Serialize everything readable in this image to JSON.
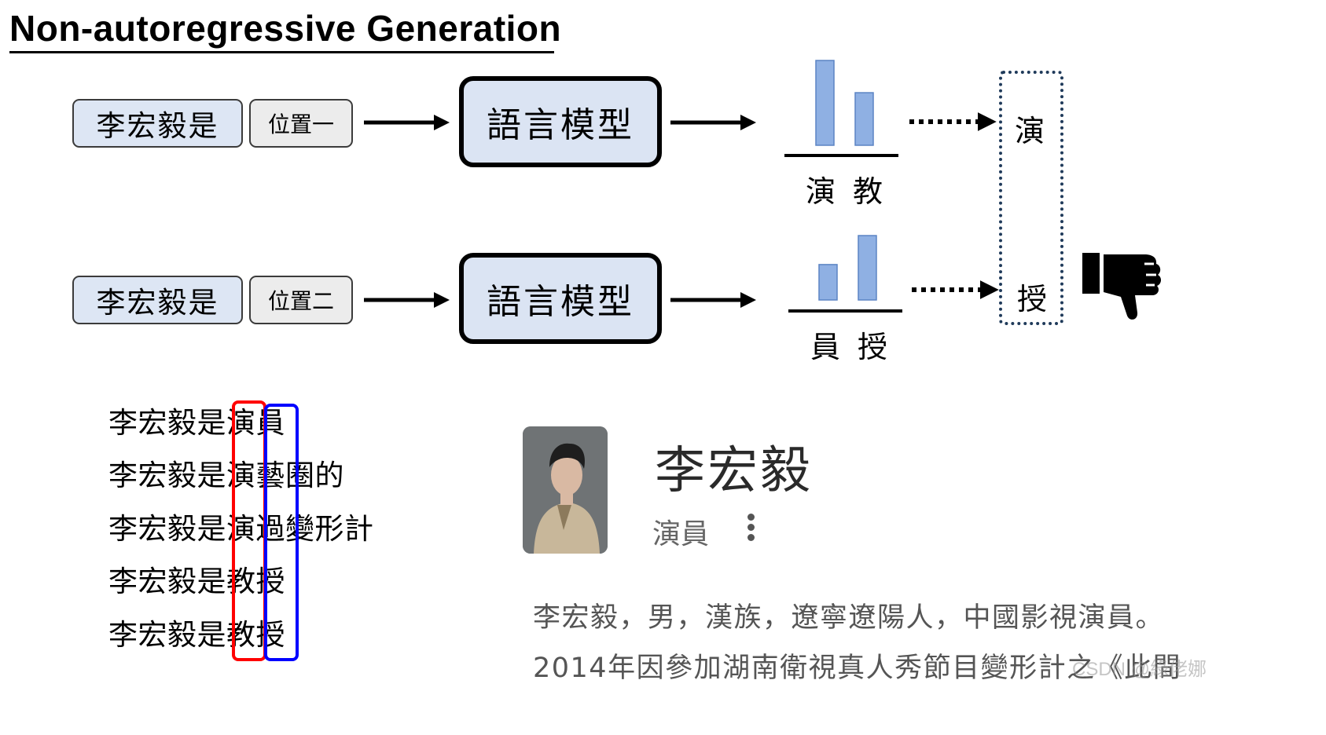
{
  "title": "Non-autoregressive Generation",
  "rows": [
    {
      "prefix": "李宏毅是",
      "position": "位置一",
      "model": "語言模型",
      "dist_labels": "演教",
      "bar_values": [
        1.0,
        0.62
      ],
      "output": "演"
    },
    {
      "prefix": "李宏毅是",
      "position": "位置二",
      "model": "語言模型",
      "dist_labels": "員授",
      "bar_values": [
        0.55,
        1.0
      ],
      "output": "授"
    }
  ],
  "verdict_icon": "thumbs-down-icon",
  "examples": [
    "李宏毅是演員",
    "李宏毅是演藝圈的",
    "李宏毅是演過變形計",
    "李宏毅是教授",
    "李宏毅是教授"
  ],
  "highlight_colors": {
    "first_position": "#ff0000",
    "second_position": "#0000ff"
  },
  "card": {
    "name": "李宏毅",
    "role": "演員",
    "description_line1": "李宏毅，男，漢族，遼寧遼陽人，中國影視演員。",
    "description_line2": "2014年因參加湖南衛視真人秀節目變形計之《此間"
  },
  "watermark": "CSDN @綠佬娜"
}
